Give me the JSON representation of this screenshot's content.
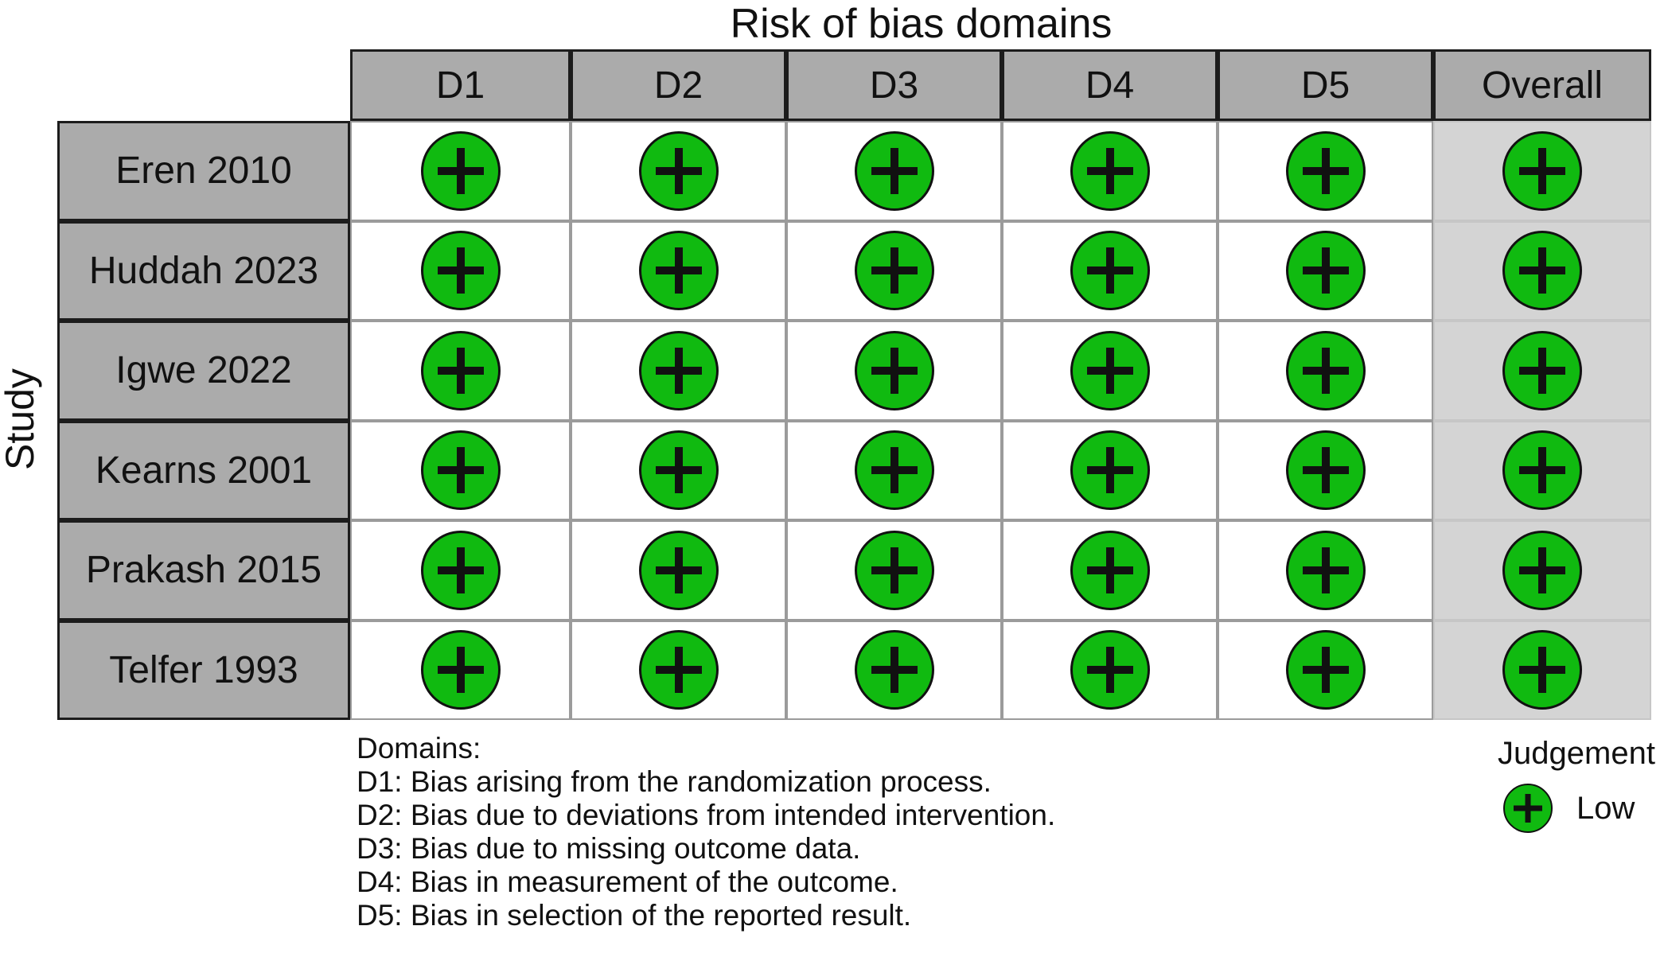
{
  "title": "Risk of bias domains",
  "y_axis_label": "Study",
  "chart_data": {
    "type": "table",
    "title": "Risk of bias domains",
    "row_axis_label": "Study",
    "columns": [
      "D1",
      "D2",
      "D3",
      "D4",
      "D5",
      "Overall"
    ],
    "rows": [
      {
        "study": "Eren 2010",
        "judgements": [
          "Low",
          "Low",
          "Low",
          "Low",
          "Low",
          "Low"
        ]
      },
      {
        "study": "Huddah 2023",
        "judgements": [
          "Low",
          "Low",
          "Low",
          "Low",
          "Low",
          "Low"
        ]
      },
      {
        "study": "Igwe 2022",
        "judgements": [
          "Low",
          "Low",
          "Low",
          "Low",
          "Low",
          "Low"
        ]
      },
      {
        "study": "Kearns 2001",
        "judgements": [
          "Low",
          "Low",
          "Low",
          "Low",
          "Low",
          "Low"
        ]
      },
      {
        "study": "Prakash 2015",
        "judgements": [
          "Low",
          "Low",
          "Low",
          "Low",
          "Low",
          "Low"
        ]
      },
      {
        "study": "Telfer 1993",
        "judgements": [
          "Low",
          "Low",
          "Low",
          "Low",
          "Low",
          "Low"
        ]
      }
    ],
    "symbol_map": {
      "Low": "+"
    },
    "legend_position": "bottom-right"
  },
  "footer": {
    "heading": "Domains:",
    "lines": [
      "D1: Bias arising from the randomization process.",
      "D2: Bias due to deviations from intended intervention.",
      "D3: Bias due to missing outcome data.",
      "D4: Bias in measurement of the outcome.",
      "D5: Bias in selection of the reported result."
    ]
  },
  "legend": {
    "title": "Judgement",
    "items": [
      {
        "symbol": "plus-circle",
        "label": "Low",
        "color": "#10BA10"
      }
    ]
  },
  "colors": {
    "low_risk_green": "#10BA10",
    "header_gray": "#ababab",
    "overall_cell_gray": "#d4d4d4",
    "grid_line_gray": "#9b9b9b",
    "border_black": "#1c1c1c"
  }
}
